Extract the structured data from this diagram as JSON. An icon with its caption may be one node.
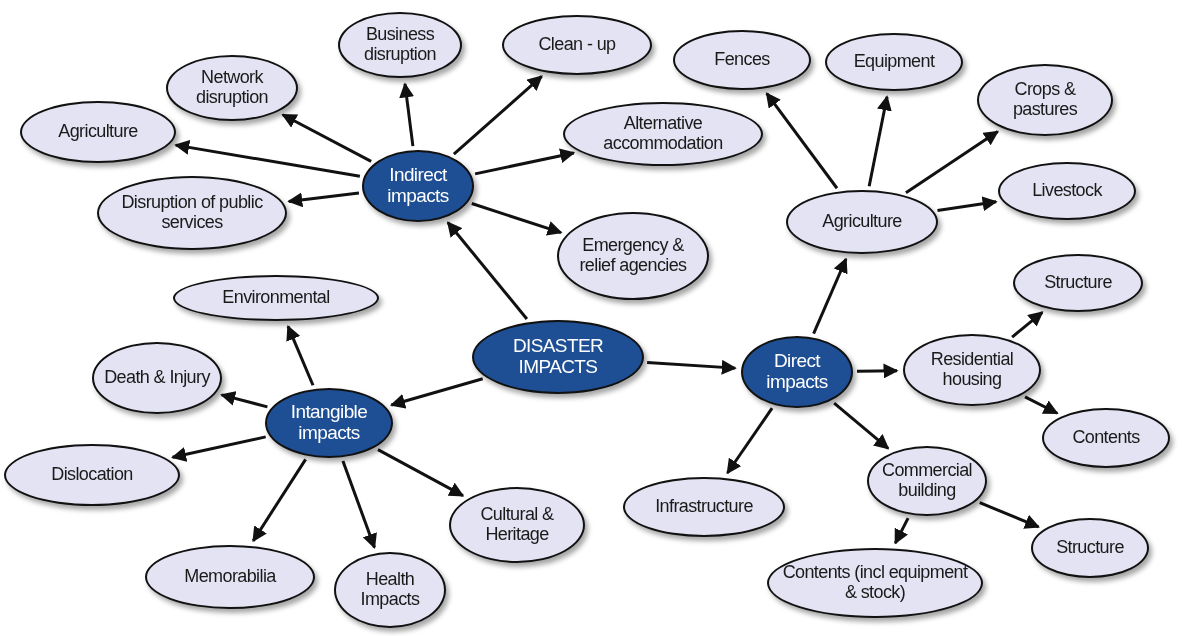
{
  "diagram": {
    "nodes": [
      {
        "text": [
          "DISASTER IMPACTS"
        ]
      },
      {
        "text": [
          "Indirect impacts"
        ]
      },
      {
        "text": [
          "Network disruption"
        ]
      },
      {
        "text": [
          "Business disruption"
        ]
      },
      {
        "text": [
          "Clean - up"
        ]
      },
      {
        "text": [
          "Agriculture"
        ]
      },
      {
        "text": [
          "Alternative accommodation"
        ]
      },
      {
        "text": [
          "Disruption of public services"
        ]
      },
      {
        "text": [
          "Emergency & relief agencies"
        ]
      },
      {
        "text": [
          "Intangible impacts"
        ]
      },
      {
        "text": [
          "Environmental"
        ]
      },
      {
        "text": [
          "Death & Injury"
        ]
      },
      {
        "text": [
          "Dislocation"
        ]
      },
      {
        "text": [
          "Memorabilia"
        ]
      },
      {
        "text": [
          "Health Impacts"
        ]
      },
      {
        "text": [
          "Cultural & Heritage"
        ]
      },
      {
        "text": [
          "Direct impacts"
        ]
      },
      {
        "text": [
          "Agriculture"
        ]
      },
      {
        "text": [
          "Fences"
        ]
      },
      {
        "text": [
          "Equipment"
        ]
      },
      {
        "text": [
          "Crops & pastures"
        ]
      },
      {
        "text": [
          "Livestock"
        ]
      },
      {
        "text": [
          "Residential housing"
        ]
      },
      {
        "text": [
          "Structure"
        ]
      },
      {
        "text": [
          "Contents"
        ]
      },
      {
        "text": [
          "Commercial building"
        ]
      },
      {
        "text": [
          "Structure"
        ]
      },
      {
        "text": [
          "Infrastructure"
        ]
      },
      {
        "text": [
          "Contents (incl equipment & stock)"
        ]
      }
    ],
    "edges": [
      {
        "from": 0,
        "to": 1,
        "arrow": "to"
      },
      {
        "from": 0,
        "to": 9,
        "arrow": "to"
      },
      {
        "from": 0,
        "to": 16,
        "arrow": "to"
      },
      {
        "from": 1,
        "to": 2,
        "arrow": "to"
      },
      {
        "from": 1,
        "to": 3,
        "arrow": "to"
      },
      {
        "from": 1,
        "to": 4,
        "arrow": "to"
      },
      {
        "from": 1,
        "to": 5,
        "arrow": "to"
      },
      {
        "from": 1,
        "to": 6,
        "arrow": "to"
      },
      {
        "from": 1,
        "to": 7,
        "arrow": "to"
      },
      {
        "from": 1,
        "to": 8,
        "arrow": "to"
      },
      {
        "from": 9,
        "to": 10,
        "arrow": "to"
      },
      {
        "from": 9,
        "to": 11,
        "arrow": "to"
      },
      {
        "from": 9,
        "to": 12,
        "arrow": "to"
      },
      {
        "from": 9,
        "to": 13,
        "arrow": "to"
      },
      {
        "from": 9,
        "to": 14,
        "arrow": "to"
      },
      {
        "from": 9,
        "to": 15,
        "arrow": "to"
      },
      {
        "from": 16,
        "to": 17,
        "arrow": "to"
      },
      {
        "from": 16,
        "to": 22,
        "arrow": "to"
      },
      {
        "from": 16,
        "to": 25,
        "arrow": "to"
      },
      {
        "from": 16,
        "to": 27,
        "arrow": "to"
      },
      {
        "from": 17,
        "to": 18,
        "arrow": "to"
      },
      {
        "from": 17,
        "to": 19,
        "arrow": "to"
      },
      {
        "from": 17,
        "to": 20,
        "arrow": "to"
      },
      {
        "from": 17,
        "to": 21,
        "arrow": "to"
      },
      {
        "from": 22,
        "to": 23,
        "arrow": "to"
      },
      {
        "from": 22,
        "to": 24,
        "arrow": "to"
      },
      {
        "from": 25,
        "to": 26,
        "arrow": "to"
      },
      {
        "from": 25,
        "to": 28,
        "arrow": "to"
      }
    ]
  }
}
